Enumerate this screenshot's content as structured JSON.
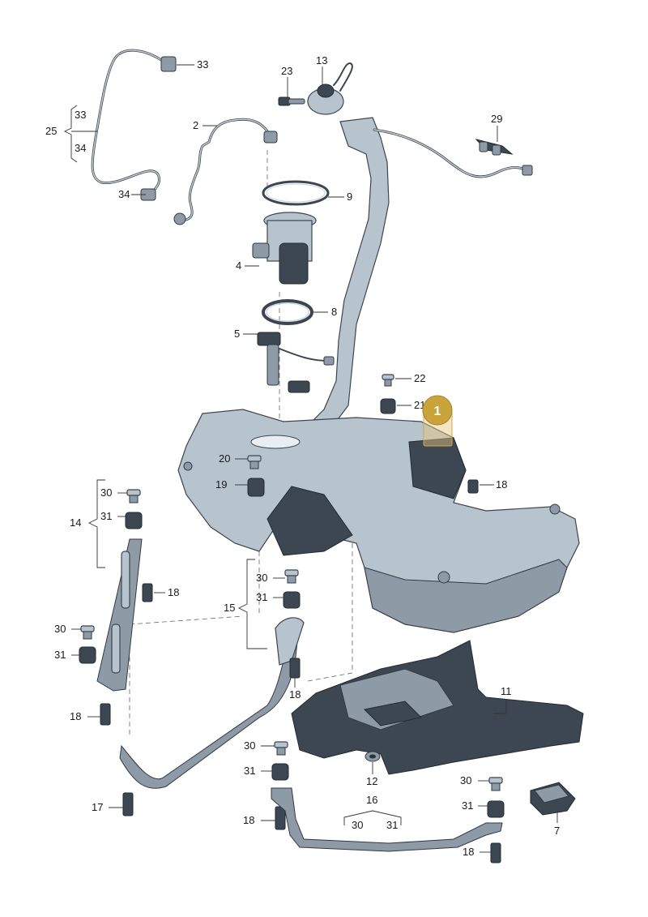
{
  "callouts": {
    "c33a": "33",
    "c33b": "33",
    "c34a": "34",
    "c34b": "34",
    "c25": "25",
    "c2": "2",
    "c23": "23",
    "c13": "13",
    "c29": "29",
    "c9": "9",
    "c4": "4",
    "c8": "8",
    "c5": "5",
    "c22": "22",
    "c21": "21",
    "c20": "20",
    "c19": "19",
    "c18a": "18",
    "c30a": "30",
    "c31a": "31",
    "c14": "14",
    "c18b": "18",
    "c30b": "30",
    "c31b": "31",
    "c15": "15",
    "c30c": "30",
    "c31c": "31",
    "c18c": "18",
    "c18d": "18",
    "c11": "11",
    "c12": "12",
    "c30d": "30",
    "c31d": "31",
    "c17": "17",
    "c18e": "18",
    "c16": "16",
    "c30e": "30",
    "c31e": "31",
    "c30f": "30",
    "c31f": "31",
    "c7": "7",
    "c18f": "18"
  },
  "marker": {
    "label": "1",
    "color": "#c9a43a"
  }
}
